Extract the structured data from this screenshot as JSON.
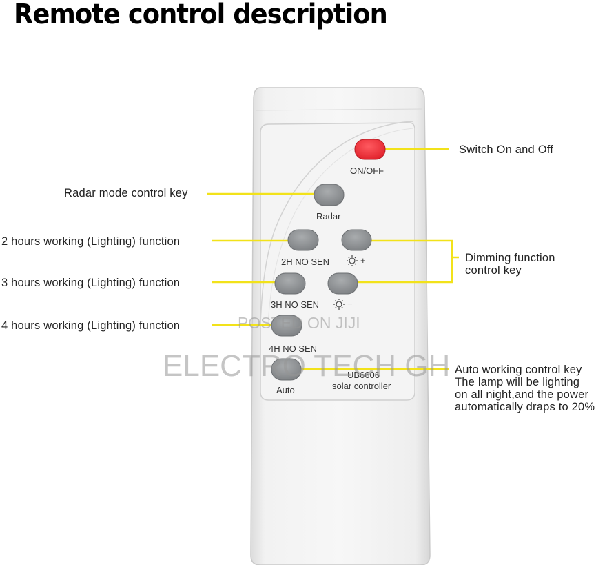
{
  "title": "Remote control description",
  "colors": {
    "callout_line": "#f2e21a",
    "power_button": "#ee2c35",
    "key_gray": "#8f9294"
  },
  "remote": {
    "keys": {
      "onoff": "ON/OFF",
      "radar": "Radar",
      "h2": "2H NO SEN",
      "bright_plus": "+",
      "h3": "3H NO SEN",
      "bright_minus": "−",
      "h4": "4H NO SEN",
      "auto": "Auto"
    },
    "model": "UB6606",
    "model_sub": "solar controller"
  },
  "callouts": {
    "switch": "Switch On and Off",
    "radar": "Radar mode control key",
    "two_hours": "2 hours working (Lighting) function",
    "three_hours": "3 hours working (Lighting) function",
    "four_hours": "4 hours working (Lighting) function",
    "dimming": [
      "Dimming function",
      "control key"
    ],
    "auto": [
      "Auto working control key",
      "The lamp will be lighting",
      "on all night,and the power",
      "automatically draps to 20%"
    ]
  },
  "watermark": {
    "line1": "POSTED ON JIJI",
    "line2": "ELECTRO TECH GH"
  },
  "icons": {
    "sun": "sun-icon"
  }
}
